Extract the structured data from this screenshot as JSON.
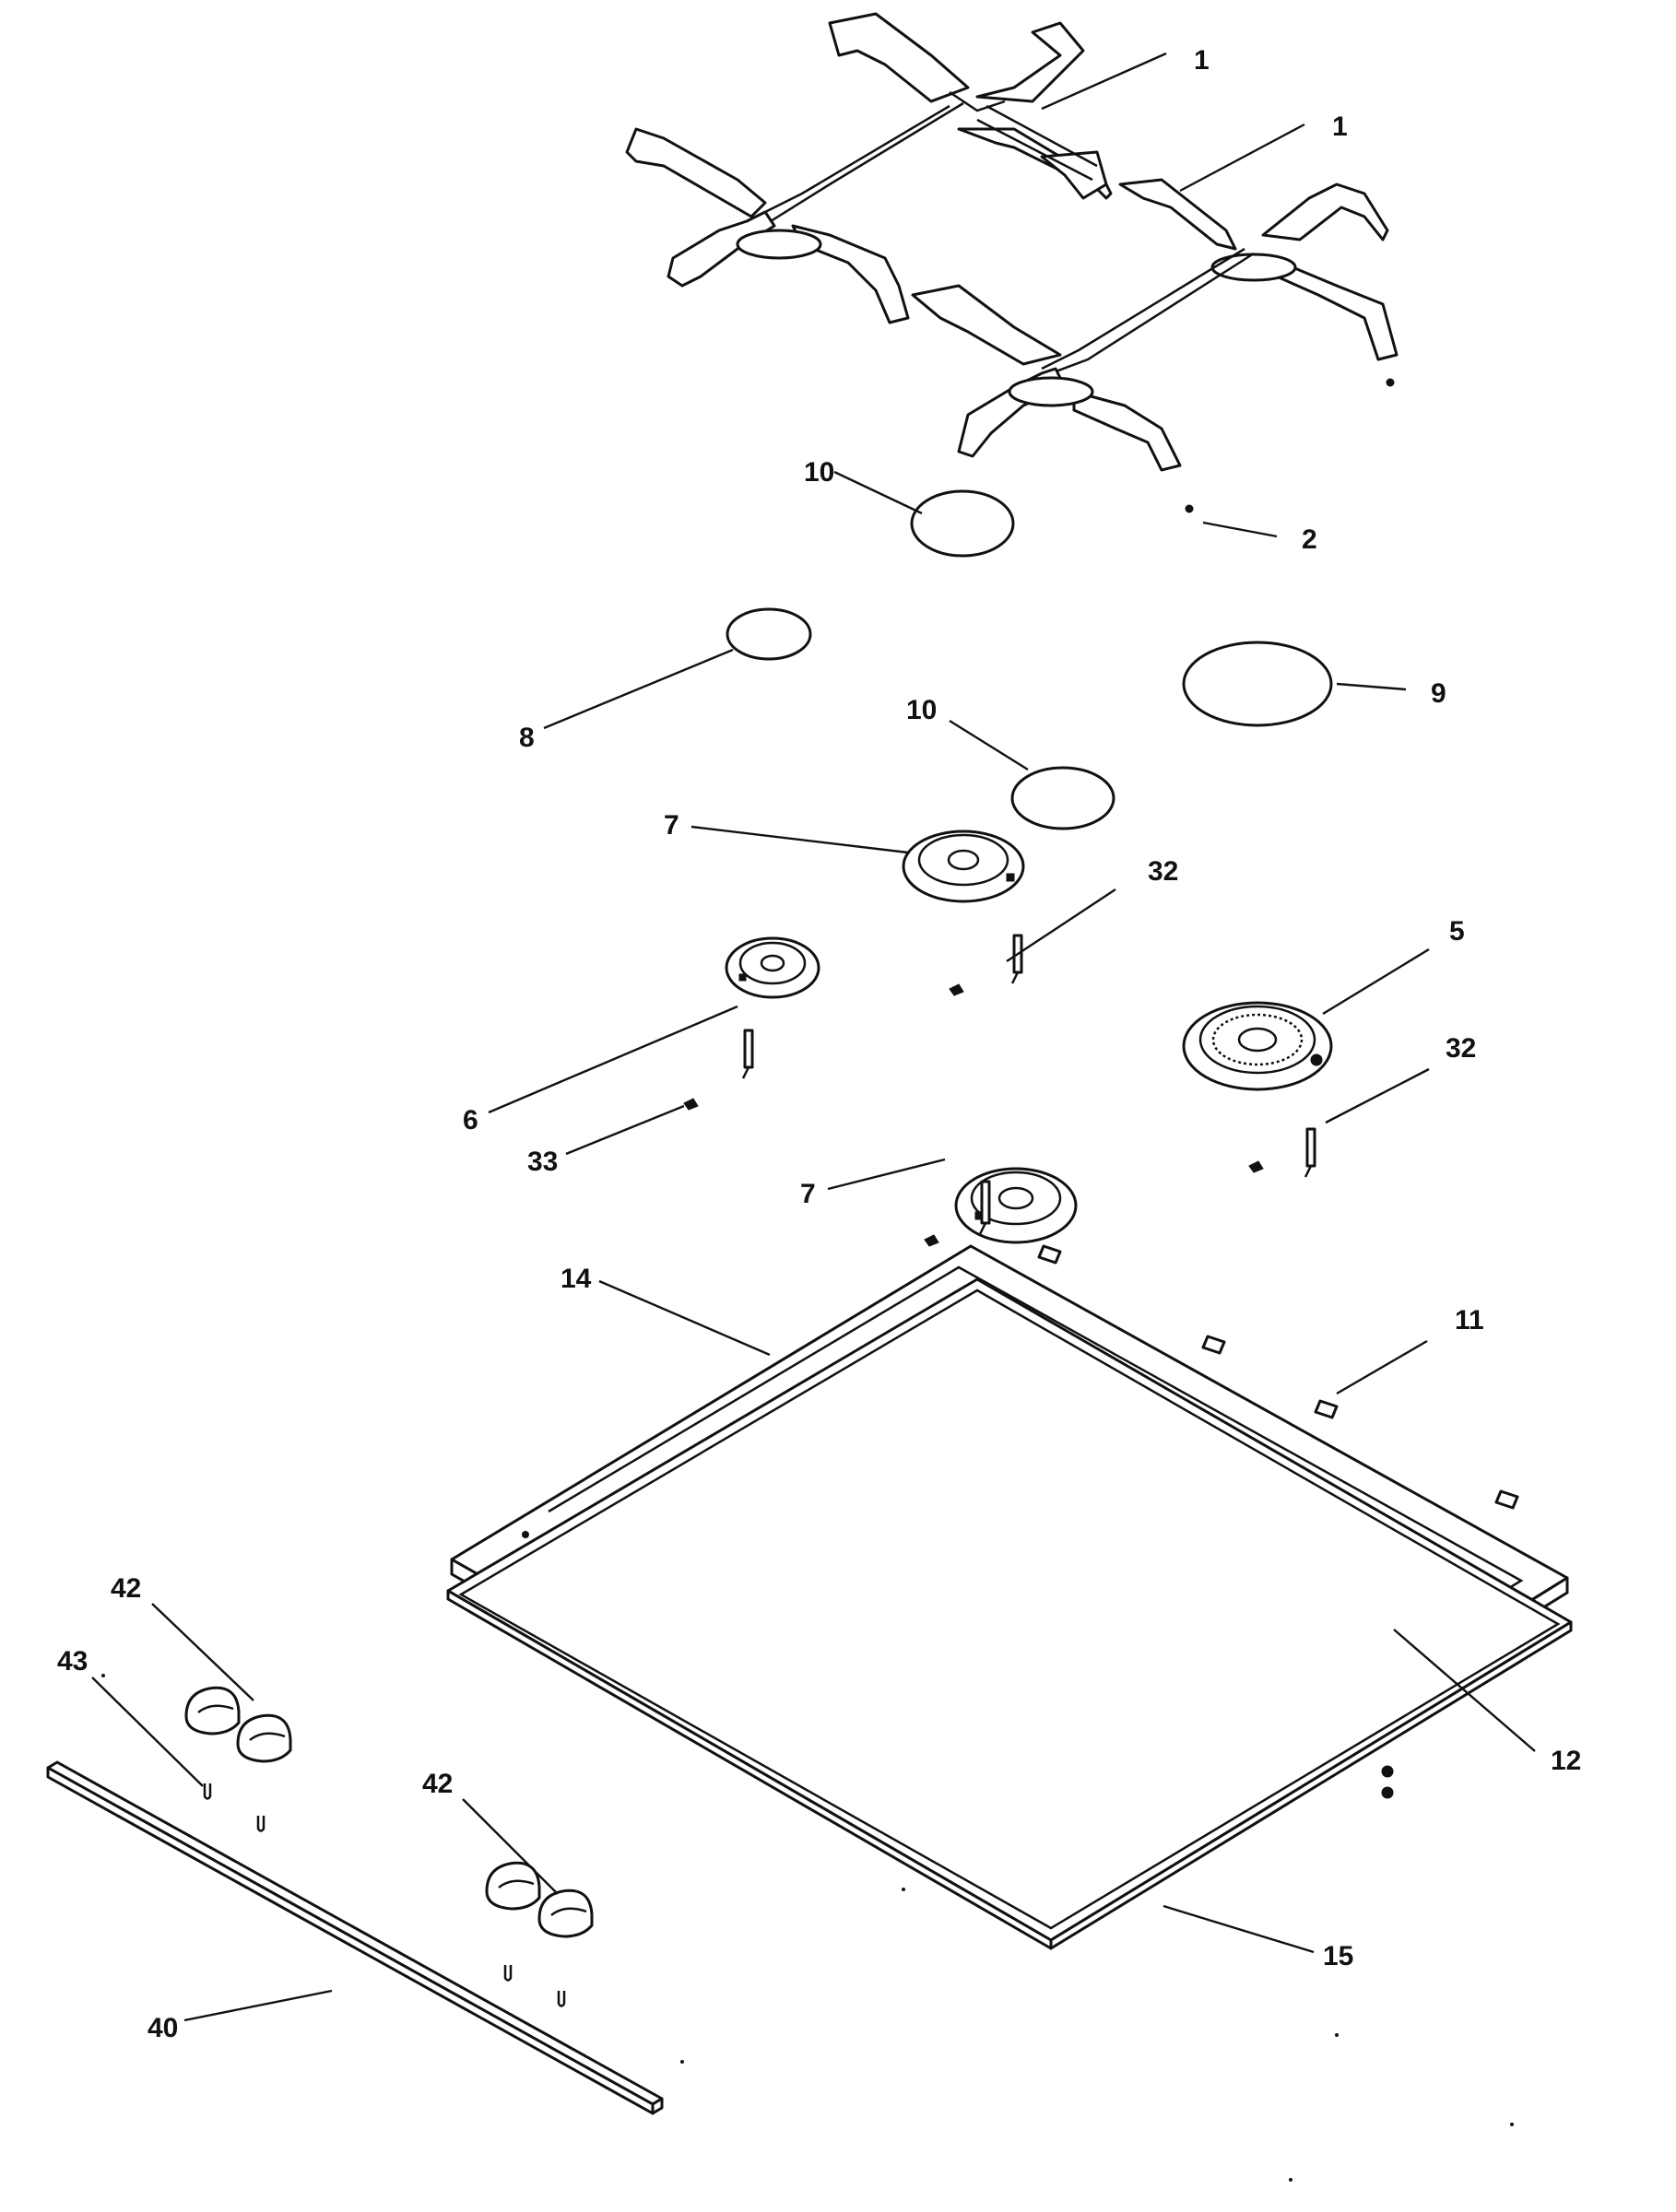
{
  "diagram": {
    "callouts": {
      "c1a": "1",
      "c1b": "1",
      "c2": "2",
      "c10a": "10",
      "c8": "8",
      "c9": "9",
      "c10b": "10",
      "c7a": "7",
      "c32a": "32",
      "c5": "5",
      "c6": "6",
      "c33": "33",
      "c32b": "32",
      "c7b": "7",
      "c14": "14",
      "c11": "11",
      "c42a": "42",
      "c43": "43",
      "c12": "12",
      "c42b": "42",
      "c15": "15",
      "c40": "40"
    }
  }
}
